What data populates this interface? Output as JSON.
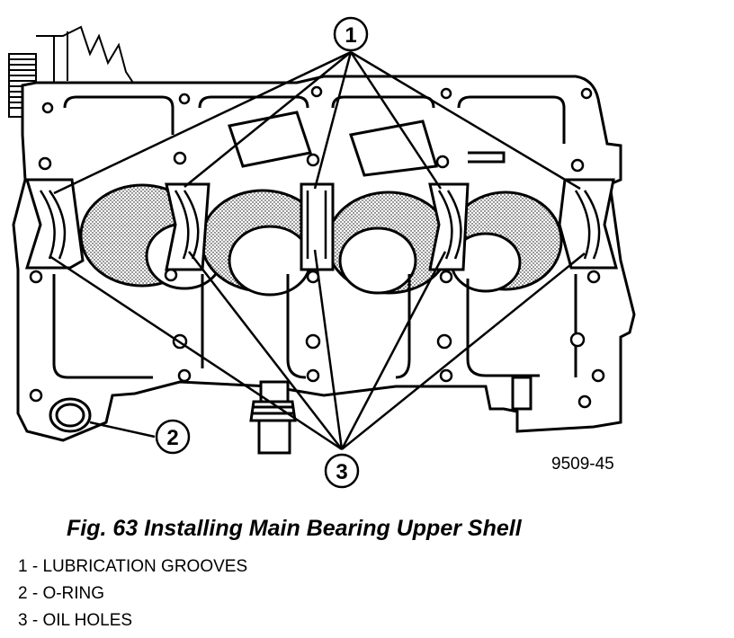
{
  "figure": {
    "callouts": {
      "c1": "1",
      "c2": "2",
      "c3": "3"
    },
    "figure_number": "9509-45",
    "caption": "Fig. 63 Installing Main Bearing Upper Shell",
    "legend": [
      {
        "text": "1 - LUBRICATION GROOVES"
      },
      {
        "text": "2 - O-RING"
      },
      {
        "text": "3 - OIL HOLES"
      }
    ]
  }
}
